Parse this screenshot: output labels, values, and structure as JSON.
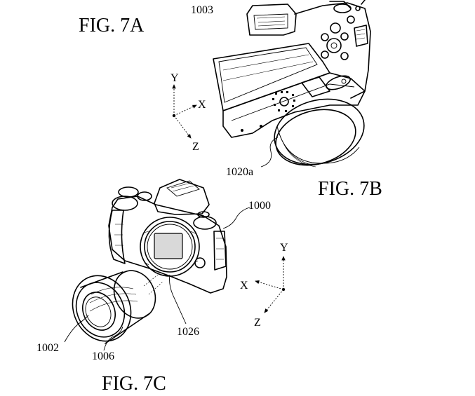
{
  "figures": {
    "fig_7a": "FIG. 7A",
    "fig_7b": "FIG. 7B",
    "fig_7c": "FIG. 7C"
  },
  "refs": {
    "r1003": "1003",
    "r1020a": "1020a",
    "r1000": "1000",
    "r1026": "1026",
    "r1002": "1002",
    "r1006": "1006"
  },
  "axes_top": {
    "y": "Y",
    "x": "X",
    "z": "Z"
  },
  "axes_bottom": {
    "y": "Y",
    "x": "X",
    "z": "Z"
  }
}
